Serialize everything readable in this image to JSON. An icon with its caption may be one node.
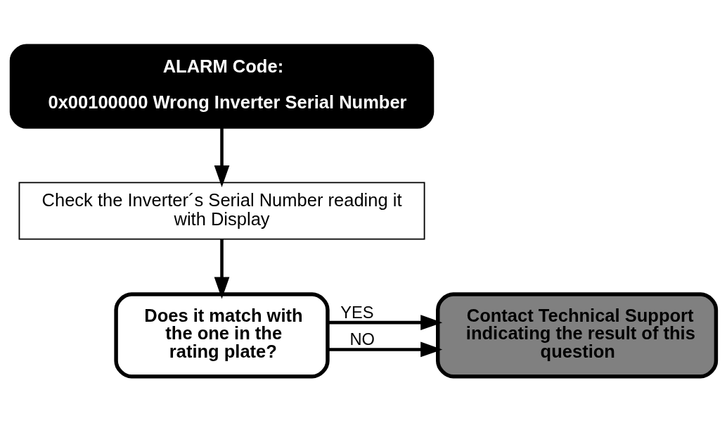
{
  "diagram": {
    "nodes": [
      {
        "text": [
          "ALARM Code:",
          "0x00100000 Wrong Inverter Serial Number"
        ]
      },
      {
        "text": [
          "Check the Inverter´s Serial Number reading it with Display"
        ]
      },
      {
        "text": [
          "Does it match with the one in the rating plate?"
        ]
      },
      {
        "text": [
          "Contact Technical Support indicating the result of this question"
        ]
      }
    ],
    "edges": [
      {
        "from": 0,
        "to": 1,
        "arrow": "to"
      },
      {
        "from": 1,
        "to": 2,
        "arrow": "to"
      },
      {
        "from": 2,
        "to": 3,
        "arrow": "to",
        "label": "YES"
      },
      {
        "from": 2,
        "to": 3,
        "arrow": "to",
        "label": "NO"
      }
    ]
  }
}
